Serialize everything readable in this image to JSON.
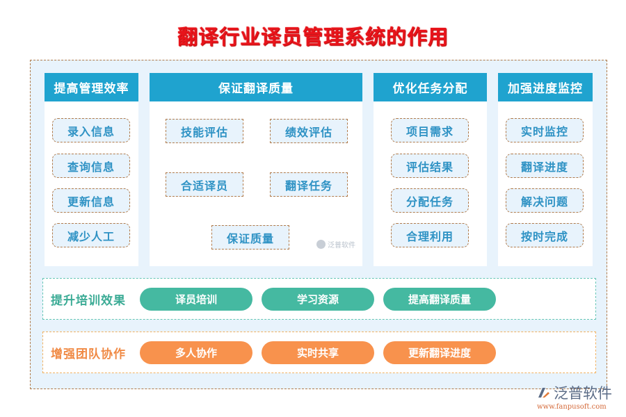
{
  "title": "翻译行业译员管理系统的作用",
  "columns": [
    {
      "header": "提高管理效率",
      "items": [
        "录入信息",
        "查询信息",
        "更新信息",
        "减少人工"
      ]
    },
    {
      "header": "保证翻译质量",
      "items": [
        "技能评估",
        "绩效评估",
        "合适译员",
        "翻译任务",
        "保证质量"
      ]
    },
    {
      "header": "优化任务分配",
      "items": [
        "项目需求",
        "评估结果",
        "分配任务",
        "合理利用"
      ]
    },
    {
      "header": "加强进度监控",
      "items": [
        "实时监控",
        "翻译进度",
        "解决问题",
        "按时完成"
      ]
    }
  ],
  "rows": [
    {
      "label": "提升培训效果",
      "color": "#45b9a1",
      "chips": [
        "译员培训",
        "学习资源",
        "提高翻译质量"
      ]
    },
    {
      "label": "增强团队协作",
      "color": "#f8924d",
      "chips": [
        "多人协作",
        "实时共享",
        "更新翻译进度"
      ]
    }
  ],
  "watermark": {
    "small": "泛普软件",
    "brand": "泛普软件",
    "url": "www.fanpusoft.com"
  },
  "colors": {
    "title": "#e8141b",
    "header_bg": "#1fa3cf",
    "item_text": "#2e92c4",
    "panel_bg": "#e8f3fc",
    "dashed_border": "#b07a4a"
  }
}
